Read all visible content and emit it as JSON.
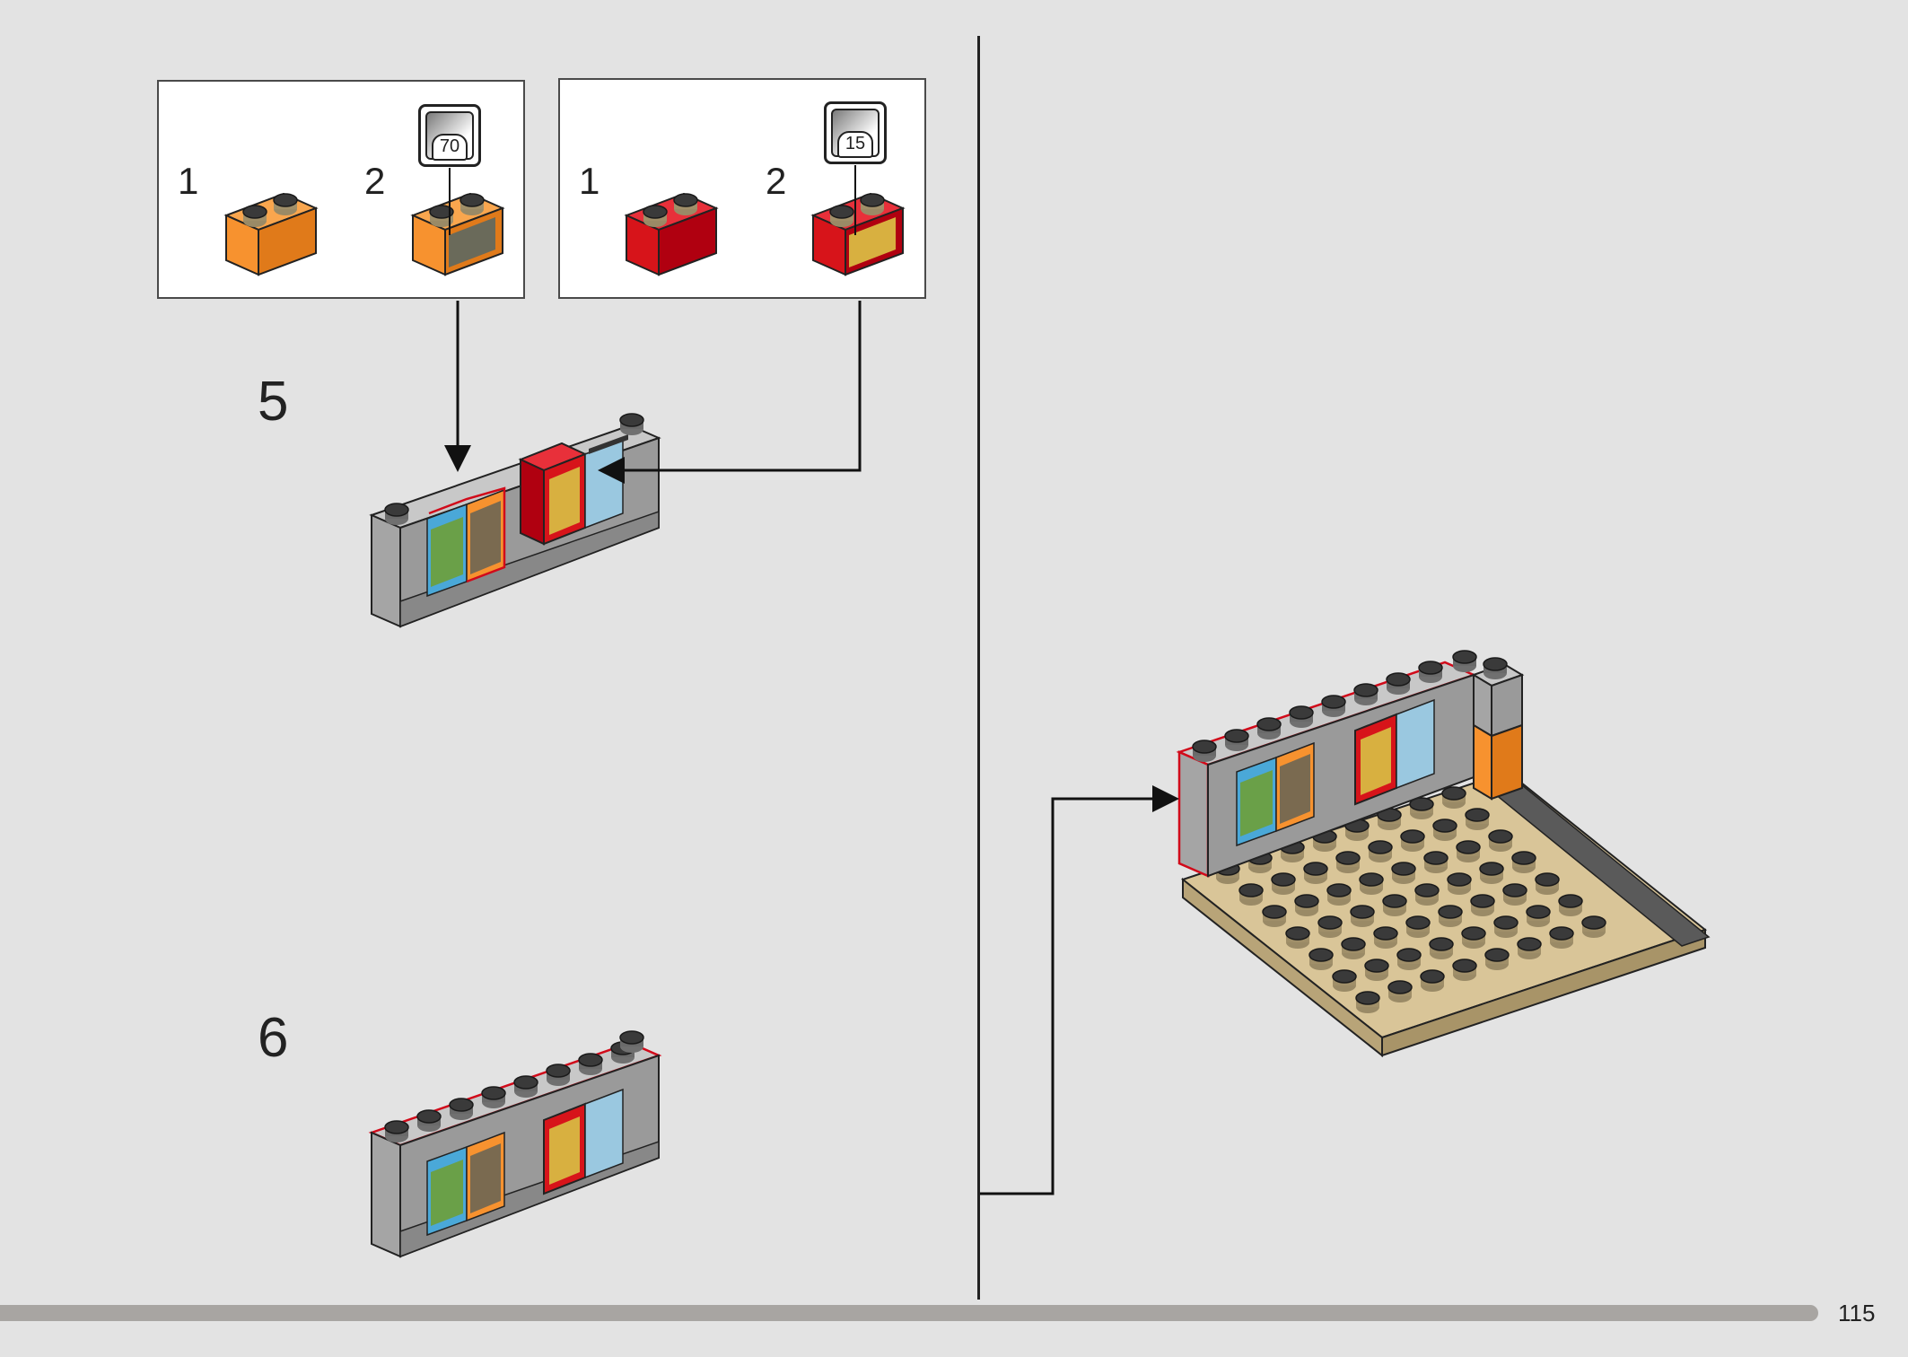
{
  "callouts": [
    {
      "step_a": "1",
      "step_b": "2",
      "sticker_number": "70",
      "brick_color": "#f7922f"
    },
    {
      "step_a": "1",
      "step_b": "2",
      "sticker_number": "15",
      "brick_color": "#d7141a"
    }
  ],
  "steps": [
    {
      "number": "5"
    },
    {
      "number": "6"
    }
  ],
  "page_number": "115",
  "colors": {
    "background": "#e3e3e3",
    "light_gray_brick": "#a5a5a5",
    "dark_stud": "#3a3a3a",
    "tan_plate": "#d9c598",
    "outline_red": "#d10a1a",
    "orange": "#f7922f",
    "red": "#d7141a",
    "azure": "#6cb8dc"
  }
}
